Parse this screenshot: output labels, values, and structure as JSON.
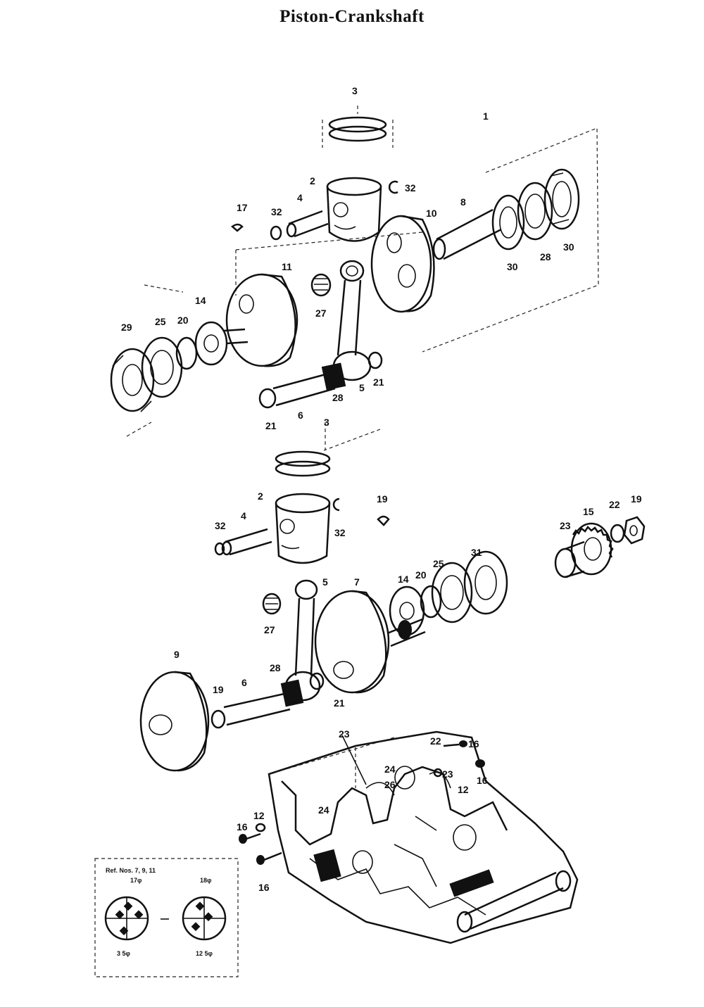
{
  "title": "Piston-Crankshaft",
  "callouts": {
    "upper": [
      "3",
      "1",
      "2",
      "32",
      "4",
      "32",
      "17",
      "8",
      "10",
      "11",
      "27",
      "14",
      "29",
      "25",
      "20",
      "30",
      "28",
      "30",
      "5",
      "21",
      "28",
      "21",
      "6",
      "3"
    ],
    "middle": [
      "2",
      "4",
      "32",
      "32",
      "19",
      "22",
      "15",
      "23",
      "19",
      "5",
      "7",
      "14",
      "20",
      "25",
      "31",
      "27",
      "9",
      "28",
      "19",
      "6",
      "21"
    ],
    "case": [
      "23",
      "22",
      "16",
      "24",
      "26",
      "24",
      "23",
      "12",
      "16",
      "12",
      "16",
      "16"
    ]
  },
  "inset": {
    "header": "Ref. Nos. 7, 9, 11",
    "left_top": "17φ",
    "right_top": "18φ",
    "left_bottom": "3   5φ",
    "right_bottom": "12   5φ"
  }
}
